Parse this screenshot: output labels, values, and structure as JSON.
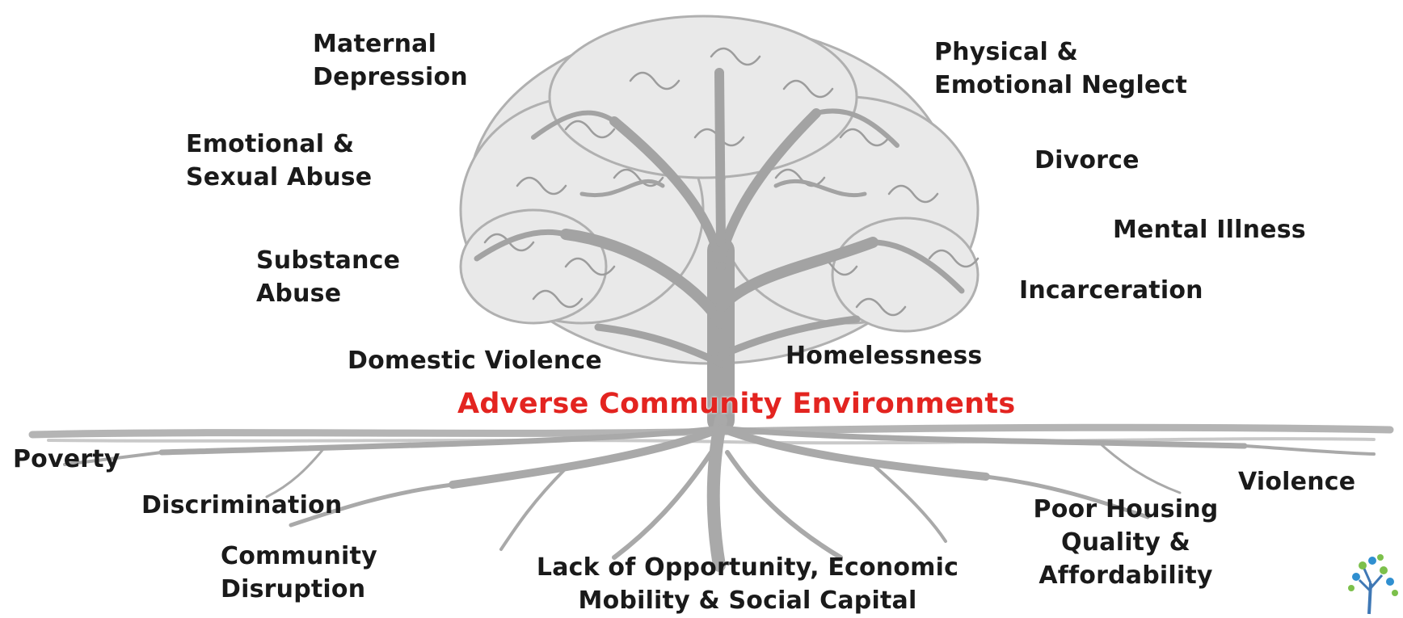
{
  "diagram": {
    "title": "Adverse Community Environments",
    "colors": {
      "title": "#e32420",
      "text": "#1a1a1a",
      "tree": "#a3a3a3",
      "ground": "#b4b4b4"
    },
    "icons": {
      "tree": "tree-with-roots",
      "logo": "tree-logo"
    },
    "canopy_labels": [
      {
        "key": "maternal",
        "lines": [
          "Maternal",
          "Depression"
        ]
      },
      {
        "key": "emotional-sexual",
        "lines": [
          "Emotional &",
          "Sexual Abuse"
        ]
      },
      {
        "key": "substance",
        "lines": [
          "Substance",
          "Abuse"
        ]
      },
      {
        "key": "domestic",
        "lines": [
          "Domestic Violence"
        ]
      },
      {
        "key": "neglect",
        "lines": [
          "Physical &",
          "Emotional Neglect"
        ]
      },
      {
        "key": "divorce",
        "lines": [
          "Divorce"
        ]
      },
      {
        "key": "mental",
        "lines": [
          "Mental Illness"
        ]
      },
      {
        "key": "incarceration",
        "lines": [
          "Incarceration"
        ]
      },
      {
        "key": "homelessness",
        "lines": [
          "Homelessness"
        ]
      }
    ],
    "root_labels": [
      {
        "key": "poverty",
        "lines": [
          "Poverty"
        ]
      },
      {
        "key": "discrimination",
        "lines": [
          "Discrimination"
        ]
      },
      {
        "key": "community",
        "lines": [
          "Community",
          "Disruption"
        ]
      },
      {
        "key": "opportunity",
        "lines": [
          "Lack of Opportunity, Economic",
          "Mobility & Social Capital"
        ]
      },
      {
        "key": "housing",
        "lines": [
          "Poor Housing",
          "Quality &",
          "Affordability"
        ]
      },
      {
        "key": "violence",
        "lines": [
          "Violence"
        ]
      }
    ]
  }
}
